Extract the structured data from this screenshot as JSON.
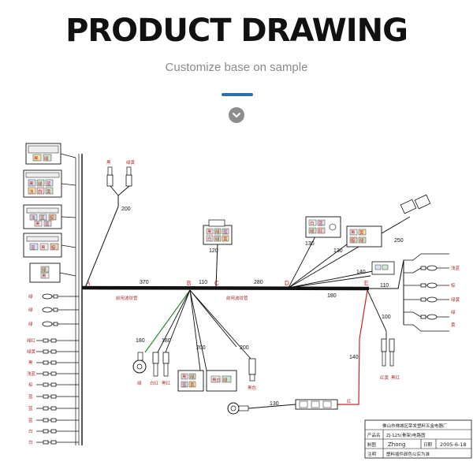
{
  "header": {
    "title": "PRODUCT DRAWING",
    "subtitle": "Customize base on sample"
  },
  "colors": {
    "accent": "#2e6db4",
    "trunk": "#111111",
    "green_wire": "#2a8a2a",
    "red_wire": "#d62020",
    "point_label": "#d62020"
  },
  "icons": {
    "expand": "chevron-down-icon"
  },
  "diagram": {
    "points": {
      "a": "A",
      "b": "B",
      "c": "C",
      "d": "D",
      "e": "E"
    },
    "lengths": {
      "top_branch": "200",
      "ab": "370",
      "bc": "110",
      "cd": "280",
      "de": "180",
      "c_up": "120",
      "d_130a": "130",
      "d_130b": "130",
      "d_250": "250",
      "d_140": "140",
      "d_110": "110",
      "e_100": "100",
      "e_140": "140",
      "b_180a": "180",
      "b_180b": "180",
      "b_200a": "200",
      "b_200b": "200",
      "bottom_130": "130"
    },
    "trunk_notes": {
      "left": "前用波纹管",
      "right": "前用波纹管"
    },
    "wire_colors_left": [
      "绿",
      "绿",
      "绿",
      "绿红",
      "绿黄",
      "黑",
      "浅蓝",
      "棕",
      "蓝",
      "蓝",
      "蓝",
      "白",
      "白"
    ],
    "wire_colors_right": [
      "浅蓝",
      "棕",
      "绿黄",
      "绿",
      "黄"
    ],
    "top_terminal_colors": [
      "黑",
      "绿黄"
    ],
    "bottom_colors": {
      "ring_b": "绿",
      "pair_1": "白红",
      "pair_2": "黑红",
      "single": "黑色",
      "e_pair_1": "红黄",
      "e_pair_2": "黑红",
      "red_wire": "红"
    },
    "connector_text": {
      "c1": [
        "黑",
        "绿"
      ],
      "c2": [
        "黑",
        "绿",
        "蓝",
        "浅",
        "白",
        "黄",
        "红",
        "绿"
      ],
      "c3": [
        "浅",
        "蓝",
        "棕",
        "黑",
        "蓝"
      ],
      "c4": [
        "蓝",
        "黑",
        "棕"
      ],
      "c5": [
        "绿",
        "黑"
      ],
      "c_c": [
        "黑",
        "绿",
        "蓝",
        "白",
        "绿",
        "黄"
      ],
      "c_d1": [
        "白",
        "蓝",
        "绿",
        "红"
      ],
      "c_d2": [
        "黑",
        "黄",
        "棕",
        "绿"
      ],
      "c_b1": [
        "黑",
        "绿",
        "蓝",
        "黄"
      ],
      "c_b2": [
        "黑白",
        "绿"
      ]
    }
  },
  "title_block": {
    "company": "佛山市禅城区荣发塑料五金电器厂",
    "product_label": "产品名",
    "product_value": "ZJ-125(骨架)电路图",
    "drawn_label": "制图",
    "drawn_value": "Zhong",
    "date_label": "日期",
    "date_value": "2005-6-18",
    "note_label": "注明",
    "note_value": "塑料插件颜色以实为准"
  }
}
